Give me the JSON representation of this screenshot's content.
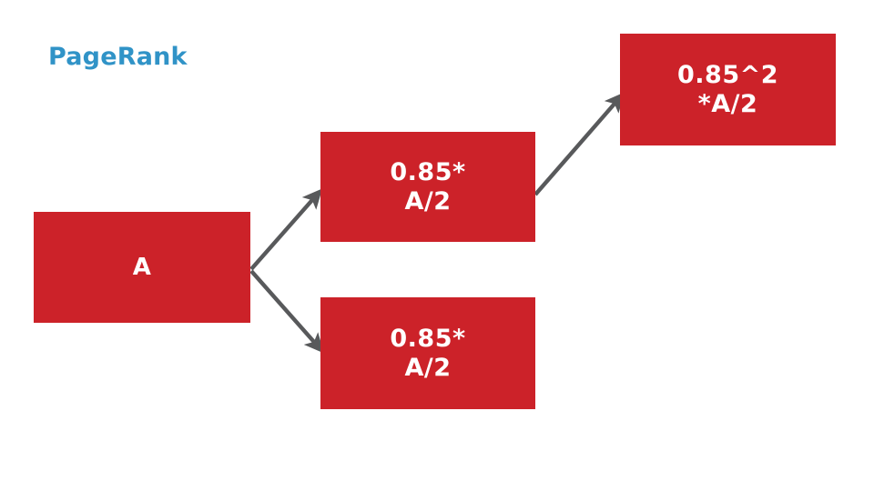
{
  "slide": {
    "title": "PageRank",
    "background_color": "#ffffff",
    "title_color": "#3093c7"
  },
  "theme": {
    "node_fill": "#cc2229",
    "node_text_color": "#ffffff",
    "arrow_color": "#58595b"
  },
  "nodes": {
    "source": {
      "id": "A",
      "line1": "A",
      "line2": ""
    },
    "middle": {
      "id": "0.85*A/2",
      "line1": "0.85*",
      "line2": "A/2"
    },
    "bottom": {
      "id": "0.85*A/2",
      "line1": "0.85*",
      "line2": "A/2"
    },
    "topright": {
      "id": "0.85^2*A/2",
      "line1": "0.85^2",
      "line2": "*A/2"
    }
  },
  "edges": [
    {
      "name": "a-to-middle",
      "from": "A",
      "to": "0.85*A/2 (middle)"
    },
    {
      "name": "a-to-bottom",
      "from": "A",
      "to": "0.85*A/2 (bottom)"
    },
    {
      "name": "middle-to-topright",
      "from": "0.85*A/2 (middle)",
      "to": "0.85^2*A/2"
    }
  ]
}
